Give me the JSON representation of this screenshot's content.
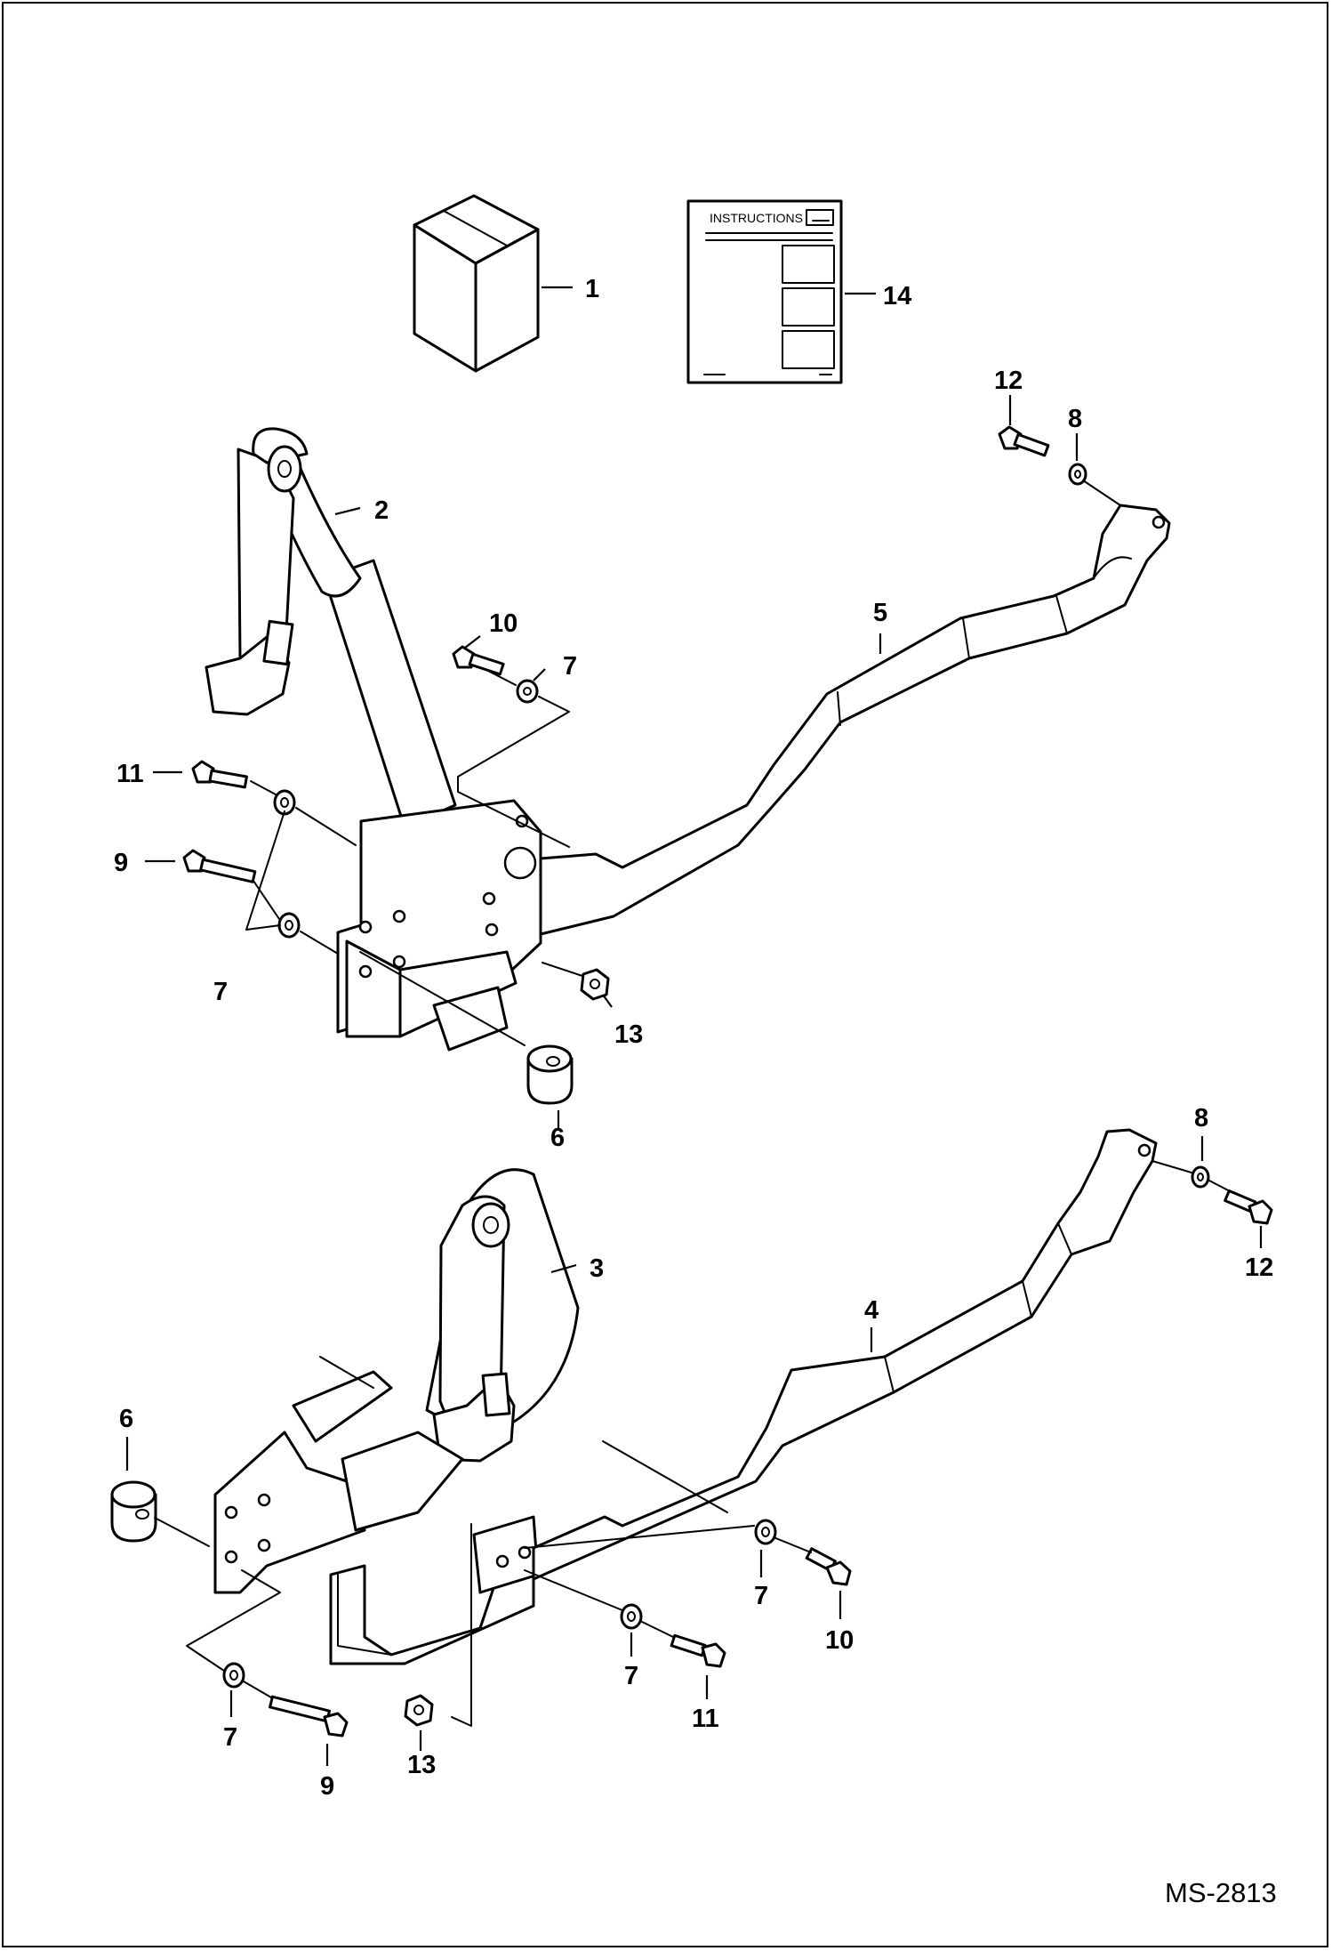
{
  "document": {
    "reference": "MS-2813",
    "manual_label": "INSTRUCTIONS"
  },
  "callouts": {
    "c1": "1",
    "c14": "14",
    "c2": "2",
    "c12a": "12",
    "c8a": "8",
    "c10a": "10",
    "c7a": "7",
    "c5": "5",
    "c11a": "11",
    "c9a": "9",
    "c7b": "7",
    "c13a": "13",
    "c6a": "6",
    "c8b": "8",
    "c12b": "12",
    "c3": "3",
    "c4": "4",
    "c6b": "6",
    "c7c": "7",
    "c10b": "10",
    "c7d": "7",
    "c11b": "11",
    "c7e": "7",
    "c9b": "9",
    "c13b": "13"
  },
  "icons": [
    "box-icon",
    "manual-icon",
    "bolt-icon",
    "washer-icon",
    "nut-icon",
    "spacer-icon"
  ]
}
